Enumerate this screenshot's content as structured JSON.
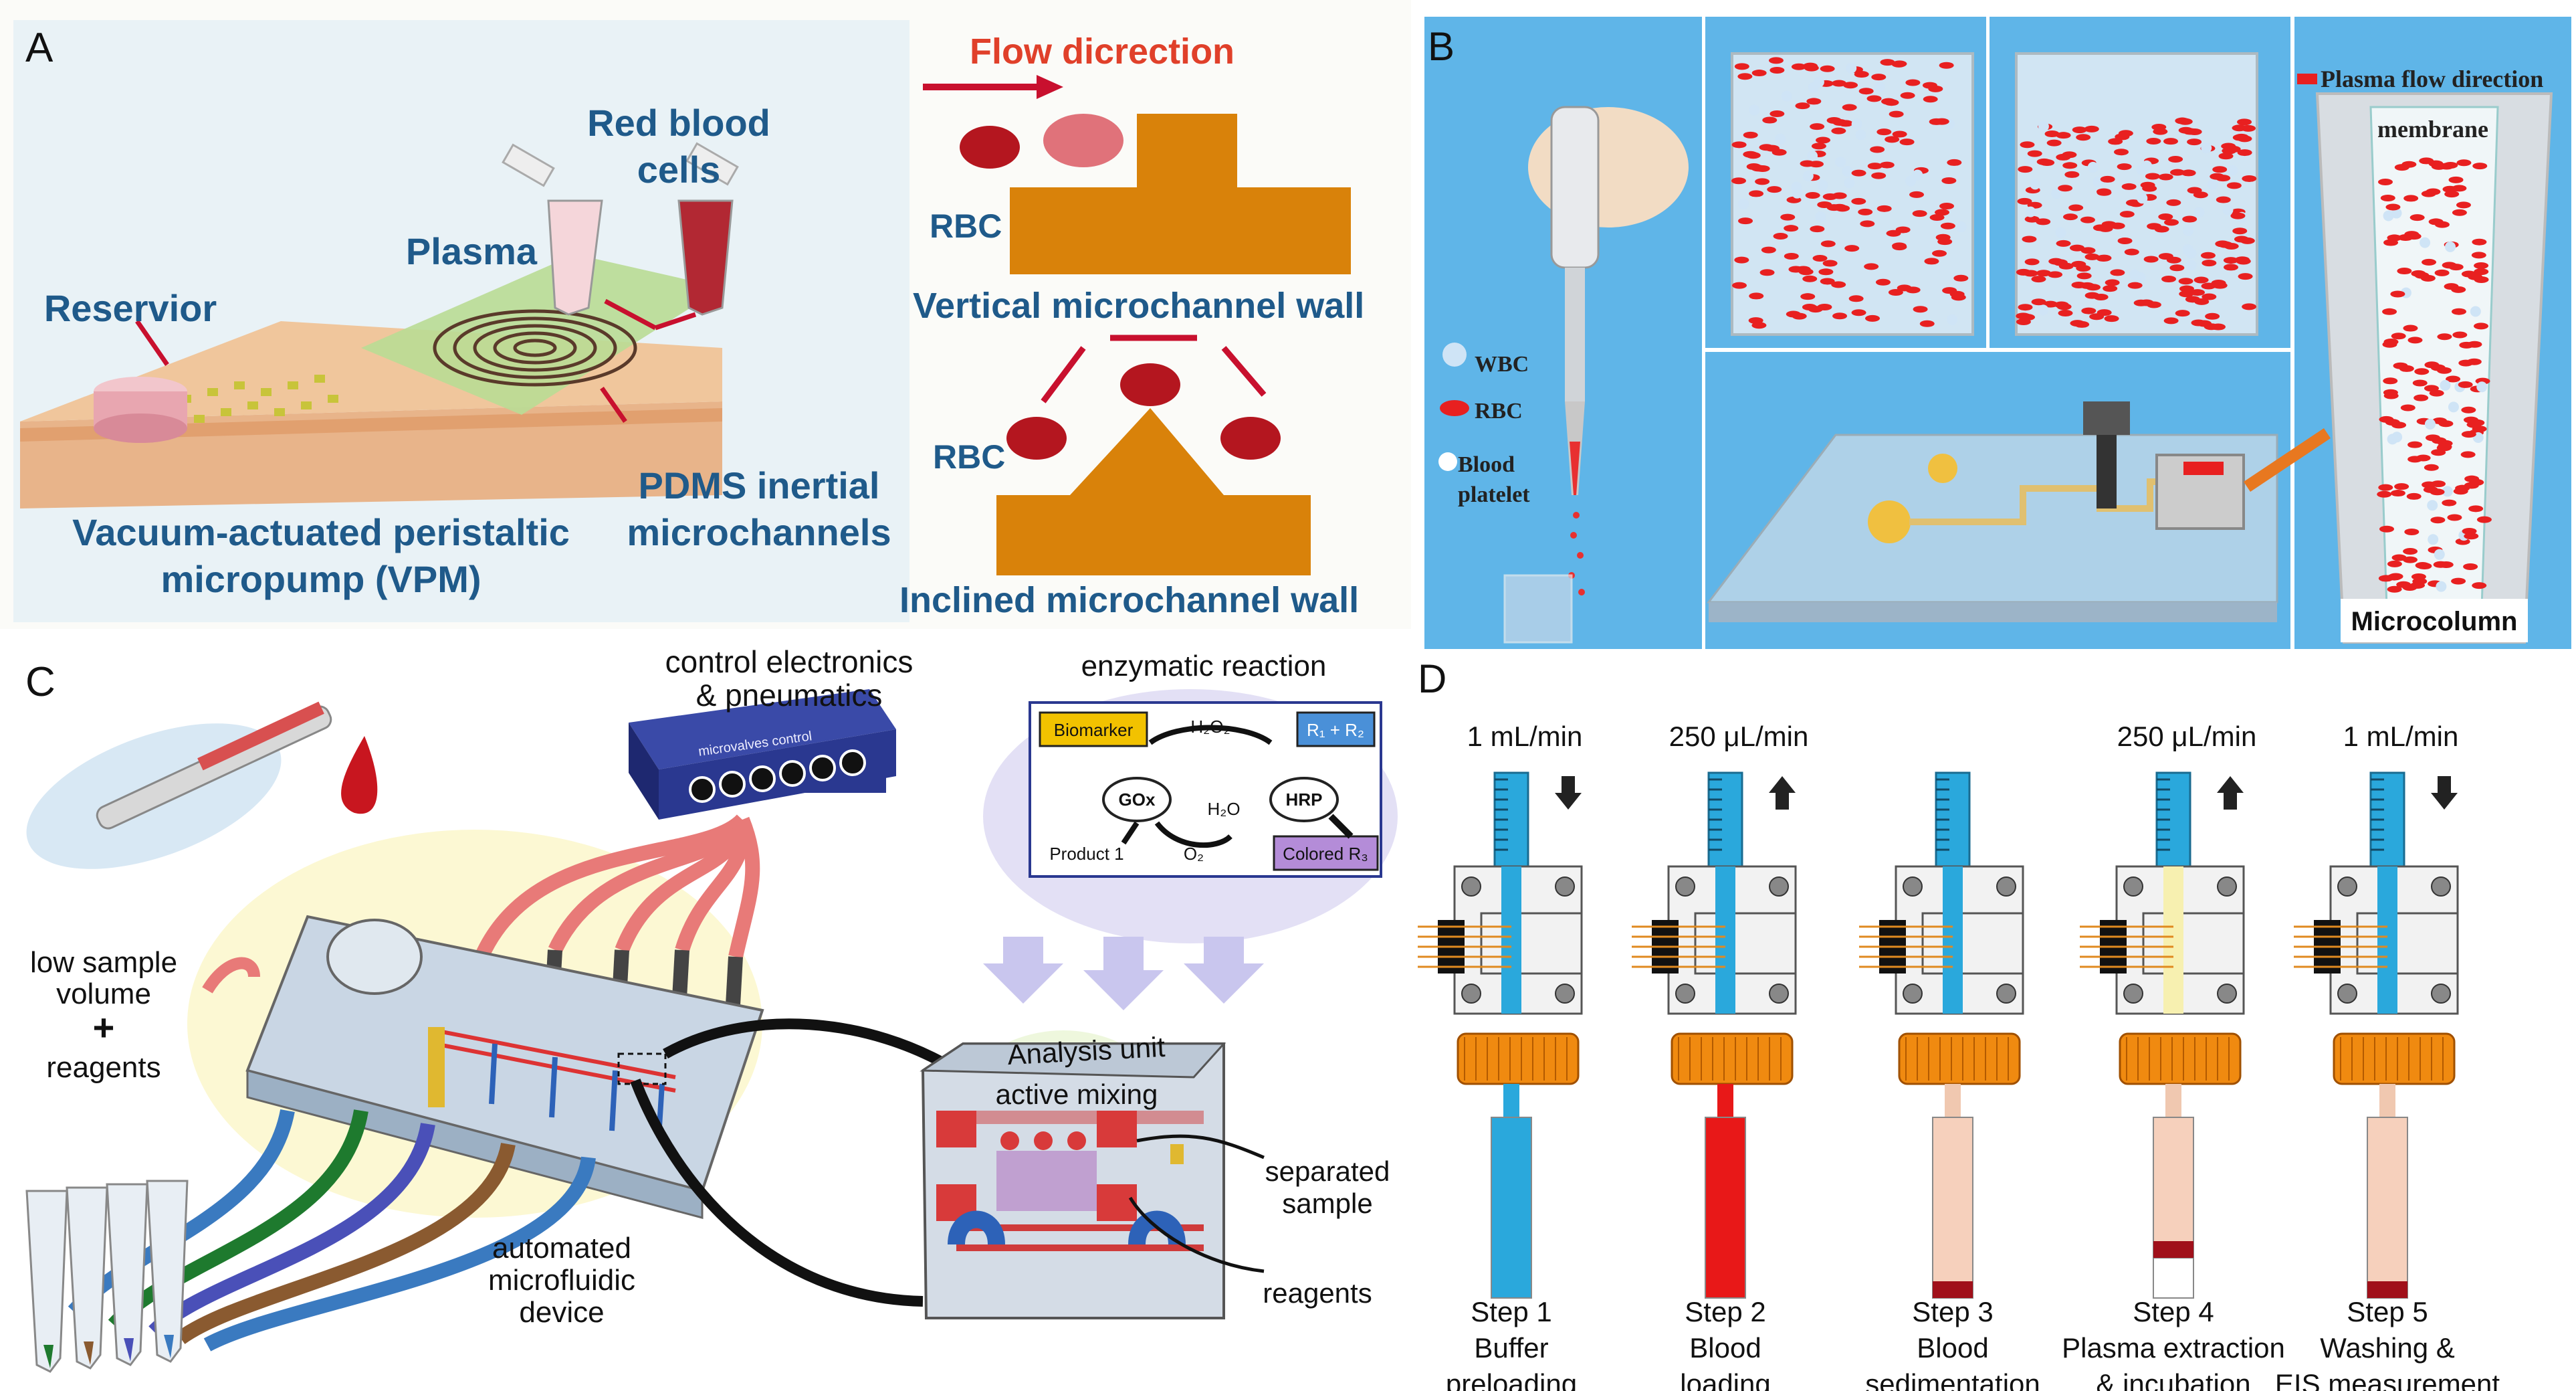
{
  "panels": {
    "A": {
      "letter": "A",
      "flow_direction": "Flow dicrection",
      "red_blood_cells": [
        "Red blood",
        "cells"
      ],
      "plasma": "Plasma",
      "reservior": "Reservior",
      "rbc": "RBC",
      "vertical_wall": "Vertical microchannel wall",
      "inclined_wall": "Inclined microchannel wall",
      "pdms": [
        "PDMS inertial",
        "microchannels"
      ],
      "vpm": [
        "Vacuum-actuated peristaltic",
        "micropump (VPM)"
      ]
    },
    "B": {
      "letter": "B",
      "legend": [
        "WBC",
        "RBC",
        "Blood",
        "platelet"
      ],
      "plasma_flow": "Plasma flow direction",
      "membrane": "membrane",
      "microcolumn": "Microcolumn"
    },
    "C": {
      "letter": "C",
      "control": [
        "control electronics",
        "& pneumatics"
      ],
      "valves_label": "microvalves control",
      "enzymatic": "enzymatic reaction",
      "biomarker": "Biomarker",
      "h2o2": "H₂O₂",
      "r1r2": "R₁ + R₂",
      "gox": "GOx",
      "hrp": "HRP",
      "h2o": "H₂O",
      "product1": "Product 1",
      "o2": "O₂",
      "colored": "Colored R₃",
      "low_sample": [
        "low sample",
        "volume",
        "+",
        "reagents"
      ],
      "analysis": "Analysis unit",
      "active_mixing": "active mixing",
      "separated": [
        "separated",
        "sample"
      ],
      "reagents": "reagents",
      "device": [
        "automated",
        "microfluidic",
        "device"
      ]
    },
    "D": {
      "letter": "D",
      "steps": [
        {
          "rate": "1 mL/min",
          "dir": "down",
          "label": [
            "Step 1",
            "Buffer",
            "preloading"
          ],
          "bottom": "blue"
        },
        {
          "rate": "250 μL/min",
          "dir": "up",
          "label": [
            "Step 2",
            "Blood",
            "loading"
          ],
          "bottom": "red"
        },
        {
          "rate": "",
          "dir": "",
          "label": [
            "Step 3",
            "Blood",
            "sedimentation"
          ],
          "bottom": "sediment"
        },
        {
          "rate": "250 μL/min",
          "dir": "up",
          "label": [
            "Step 4",
            "Plasma extraction",
            "& incubation"
          ],
          "bottom": "extract"
        },
        {
          "rate": "1 mL/min",
          "dir": "down",
          "label": [
            "Step 5",
            "Washing &",
            "EIS measurement"
          ],
          "bottom": "sediment"
        }
      ]
    }
  },
  "colors": {
    "title_blue": "#1f5a8a",
    "rbc_red": "#c8102e",
    "chip_orange": "#d98a1a",
    "syringe_blue": "#2aa8dc",
    "panel_b_bg": "#5fb5e8"
  }
}
